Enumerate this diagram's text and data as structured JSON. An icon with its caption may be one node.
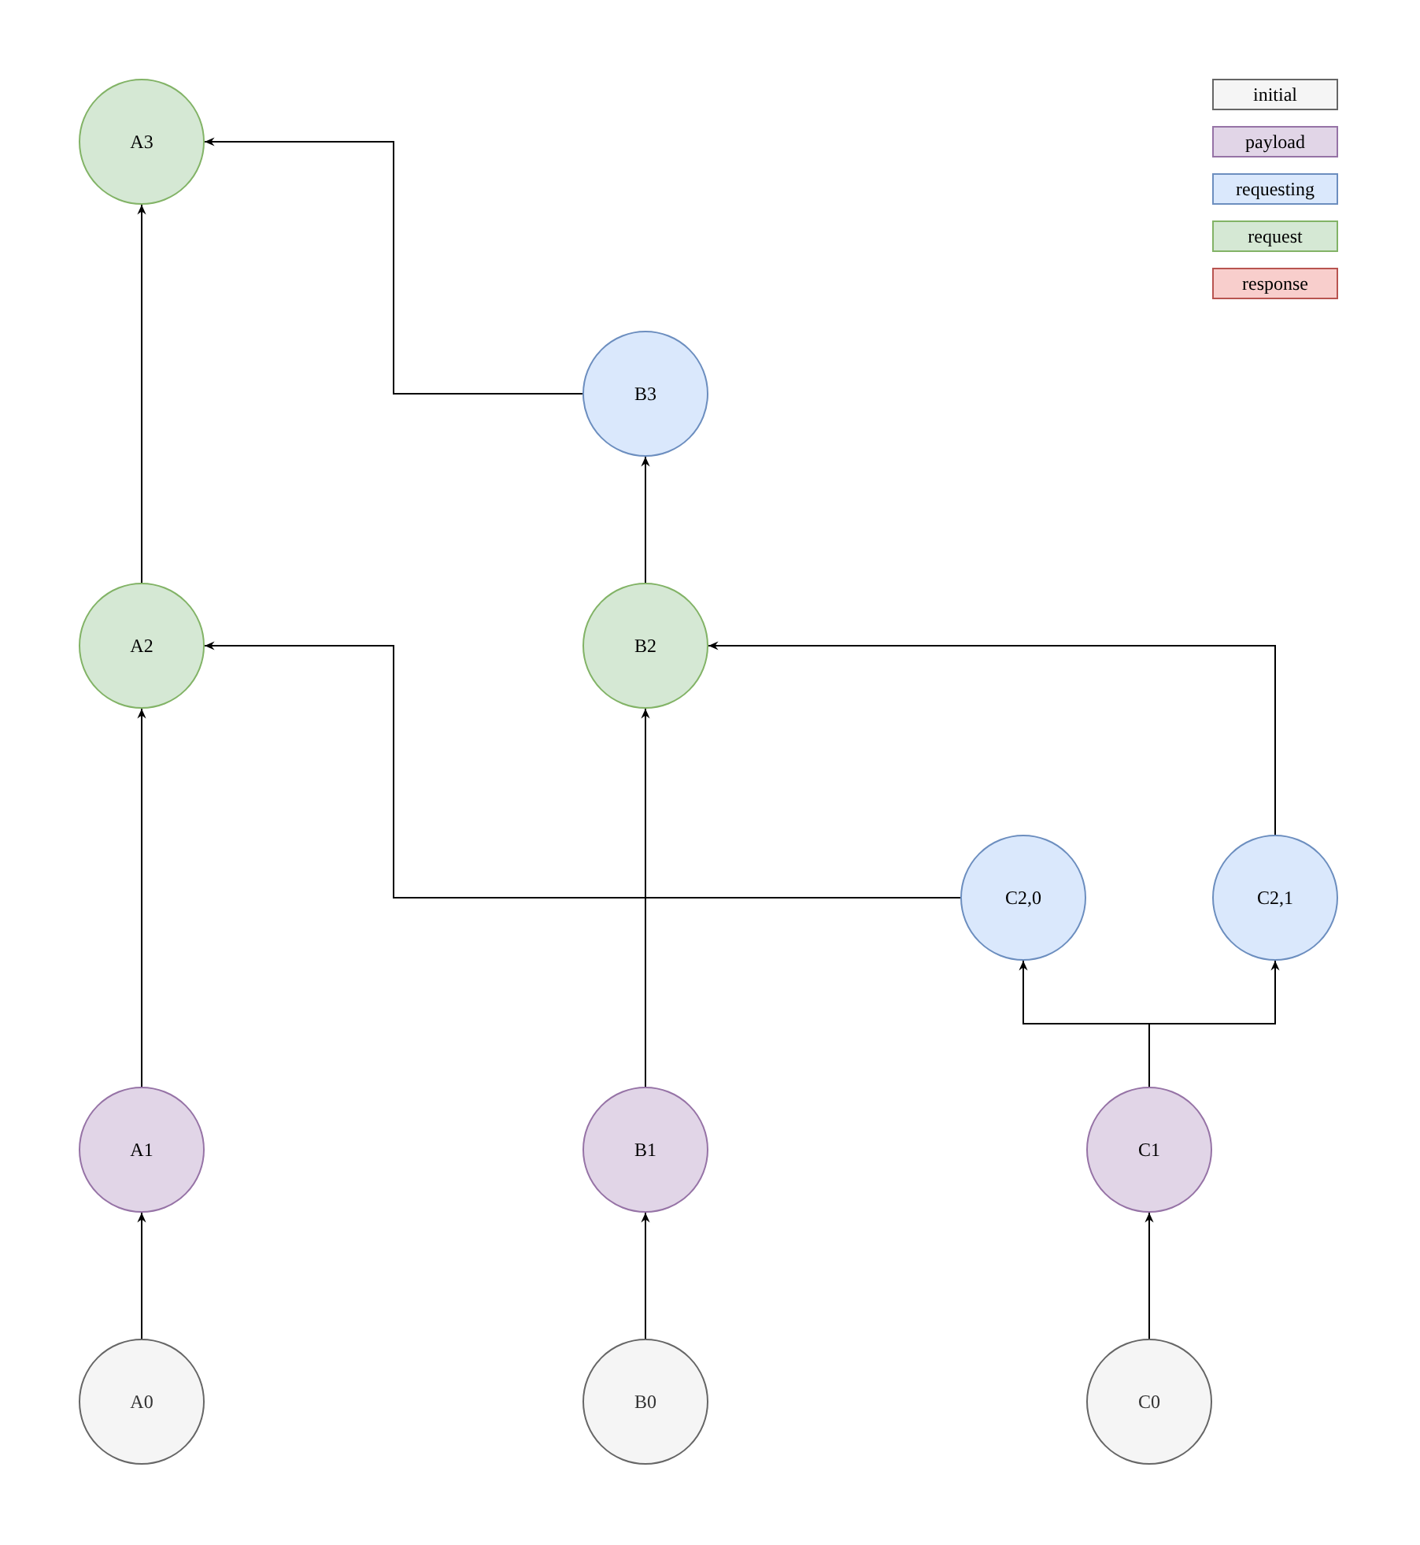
{
  "diagram": {
    "nodes": [
      {
        "text": [
          "A3"
        ]
      },
      {
        "text": [
          "B3"
        ]
      },
      {
        "text": [
          "A2"
        ]
      },
      {
        "text": [
          "B2"
        ]
      },
      {
        "text": [
          "C2,0"
        ]
      },
      {
        "text": [
          "C2,1"
        ]
      },
      {
        "text": [
          "A1"
        ]
      },
      {
        "text": [
          "B1"
        ]
      },
      {
        "text": [
          "C1"
        ]
      },
      {
        "text": [
          "A0"
        ]
      },
      {
        "text": [
          "B0"
        ]
      },
      {
        "text": [
          "C0"
        ]
      }
    ],
    "edges": [
      {
        "from": 9,
        "to": 6,
        "arrow": "to"
      },
      {
        "from": 6,
        "to": 2,
        "arrow": "to"
      },
      {
        "from": 2,
        "to": 0,
        "arrow": "to"
      },
      {
        "from": 1,
        "to": 0,
        "arrow": "to"
      },
      {
        "from": 10,
        "to": 7,
        "arrow": "to"
      },
      {
        "from": 7,
        "to": 3,
        "arrow": "to"
      },
      {
        "from": 3,
        "to": 1,
        "arrow": "to"
      },
      {
        "from": 4,
        "to": 2,
        "arrow": "to"
      },
      {
        "from": 5,
        "to": 3,
        "arrow": "to"
      },
      {
        "from": 11,
        "to": 8,
        "arrow": "to"
      },
      {
        "from": 8,
        "to": 4,
        "arrow": "to"
      },
      {
        "from": 8,
        "to": 5,
        "arrow": "to"
      }
    ],
    "legend": [
      {
        "text": "initial",
        "color": "#f5f5f5"
      },
      {
        "text": "payload",
        "color": "#e1d5e7"
      },
      {
        "text": "requesting",
        "color": "#dae8fc"
      },
      {
        "text": "request",
        "color": "#d5e8d4"
      },
      {
        "text": "response",
        "color": "#f8cecc"
      }
    ]
  }
}
